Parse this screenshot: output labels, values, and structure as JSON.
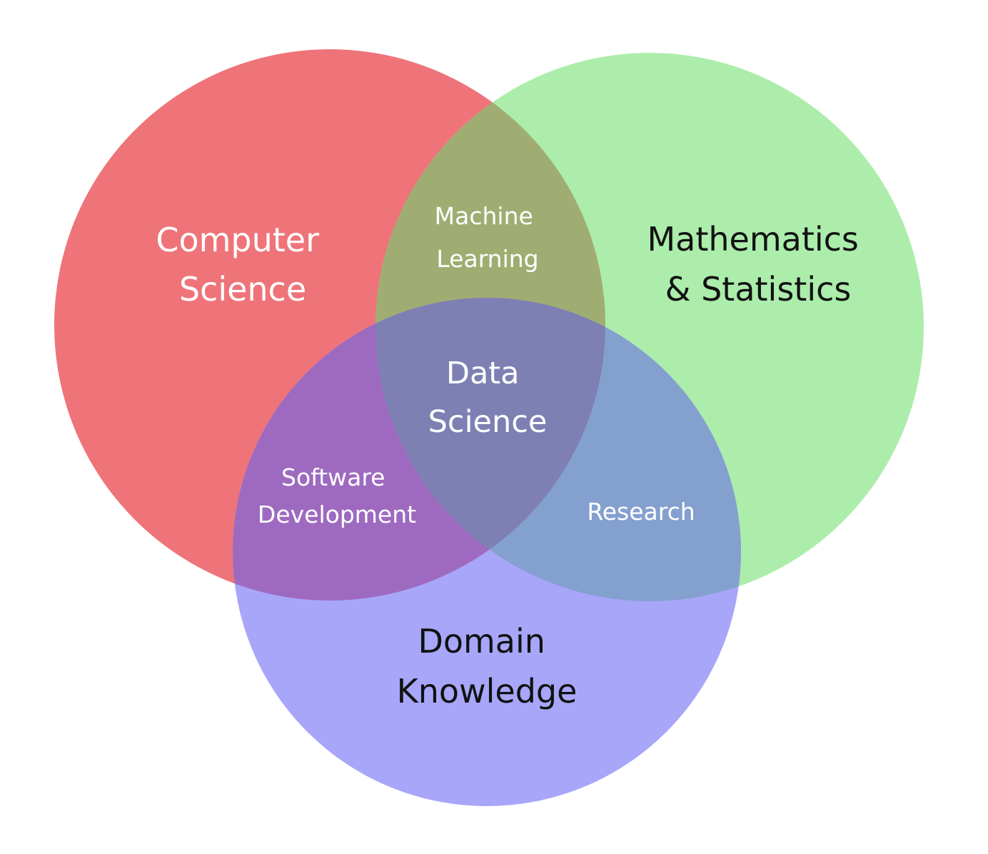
{
  "colors": {
    "computer_science": "#ee7479",
    "mathematics_statistics": "#acedab",
    "domain_knowledge": "#a8a6f9",
    "cs_math_overlap": "#a0ad72",
    "cs_domain_overlap": "#9e6ac0",
    "math_domain_overlap": "#84a0cf",
    "center_overlap": "#7e80b3",
    "light_text": "#ffffff",
    "dark_text": "#111111"
  },
  "sets": [
    {
      "id": "computer_science",
      "lines": [
        "Computer",
        "Science"
      ]
    },
    {
      "id": "mathematics_statistics",
      "lines": [
        "Mathematics",
        "& Statistics"
      ]
    },
    {
      "id": "domain_knowledge",
      "lines": [
        "Domain",
        "Knowledge"
      ]
    }
  ],
  "intersections": [
    {
      "id": "machine_learning",
      "sets": [
        "computer_science",
        "mathematics_statistics"
      ],
      "lines": [
        "Machine",
        "Learning"
      ]
    },
    {
      "id": "software_development",
      "sets": [
        "computer_science",
        "domain_knowledge"
      ],
      "lines": [
        "Software",
        "Development"
      ]
    },
    {
      "id": "research",
      "sets": [
        "mathematics_statistics",
        "domain_knowledge"
      ],
      "lines": [
        "Research"
      ]
    },
    {
      "id": "data_science",
      "sets": [
        "computer_science",
        "mathematics_statistics",
        "domain_knowledge"
      ],
      "lines": [
        "Data",
        "Science"
      ]
    }
  ]
}
